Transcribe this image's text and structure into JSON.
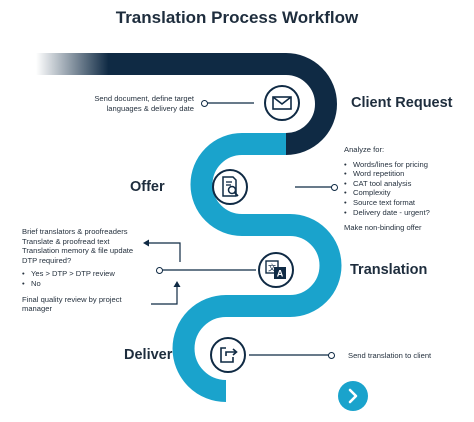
{
  "title": "Translation Process Workflow",
  "stages": {
    "client_request": "Client Request",
    "offer": "Offer",
    "translation": "Translation",
    "deliver": "Deliver"
  },
  "client_request_desc": [
    "Send document, define target",
    "languages & delivery date"
  ],
  "offer_desc": {
    "heading": "Analyze for:",
    "bullets": [
      "Words/lines for pricing",
      "Word repetition",
      "CAT tool analysis",
      "Complexity",
      "Source text format",
      "Delivery date - urgent?"
    ],
    "footer": "Make non-binding offer"
  },
  "translation_desc": {
    "lines": [
      "Brief translators & proofreaders",
      "Translate & proofread text",
      "Translation memory & file update",
      "DTP required?"
    ],
    "bullets": [
      "Yes > DTP > DTP review",
      "No"
    ],
    "final": [
      "Final quality review by project",
      "manager"
    ]
  },
  "deliver_desc": "Send translation to client",
  "icons": {
    "client_request": "envelope-icon",
    "offer": "document-search-icon",
    "translation": "translate-icon",
    "deliver": "export-icon",
    "end": "chevron-right-icon"
  },
  "colors": {
    "path": "#1aa3cc",
    "path_dark": "#0f2a44",
    "text": "#1e2d3d"
  }
}
